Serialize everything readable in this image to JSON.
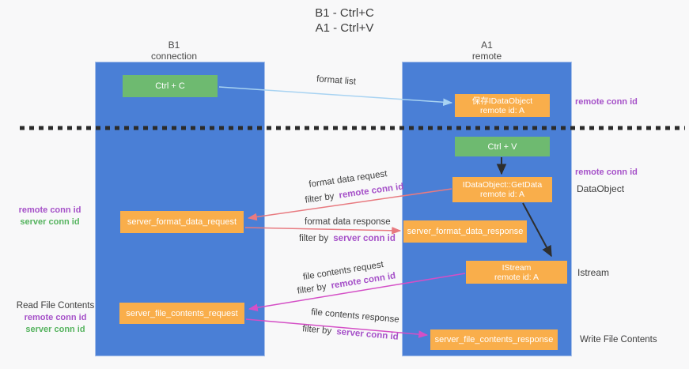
{
  "title": {
    "line1": "B1 - Ctrl+C",
    "line2": "A1 - Ctrl+V"
  },
  "columns": {
    "b1": {
      "title": "B1",
      "subtitle": "connection"
    },
    "a1": {
      "title": "A1",
      "subtitle": "remote"
    }
  },
  "nodes": {
    "ctrl_c": {
      "label": "Ctrl + C"
    },
    "save_idataobject": {
      "line1": "保存IDataObject",
      "line2": "remote id: A"
    },
    "ctrl_v": {
      "label": "Ctrl + V"
    },
    "getdata": {
      "line1": "IDataObject::GetData",
      "line2": "remote id: A"
    },
    "format_request": {
      "label": "server_format_data_request"
    },
    "format_response": {
      "label": "server_format_data_response"
    },
    "istream": {
      "line1": "IStream",
      "line2": "remote id: A"
    },
    "file_request": {
      "label": "server_file_contents_request"
    },
    "file_response": {
      "label": "server_file_contents_response"
    }
  },
  "labels": {
    "format_list": "format list",
    "format_data_request": "format data request",
    "format_data_response": "format data response",
    "file_contents_request": "file contents request",
    "file_contents_response": "file contents response",
    "filter_by": "filter by",
    "remote_conn_id": "remote conn id",
    "server_conn_id": "server conn id",
    "read_file_contents": "Read File Contents",
    "write_file_contents": "Write File Contents",
    "dataobject": "DataObject",
    "istream_side": "Istream"
  },
  "colors": {
    "column_blue": "#4a7fd6",
    "box_orange": "#f9ae4b",
    "box_green": "#6eba70",
    "arrow_salmon": "#e87a80",
    "arrow_magenta": "#d44fc6",
    "arrow_lightblue": "#a8d3f2",
    "arrow_black": "#2e2e2e",
    "text_purple": "#a550c8",
    "text_green": "#55b35e",
    "dashed_line": "#2b2b2b"
  }
}
